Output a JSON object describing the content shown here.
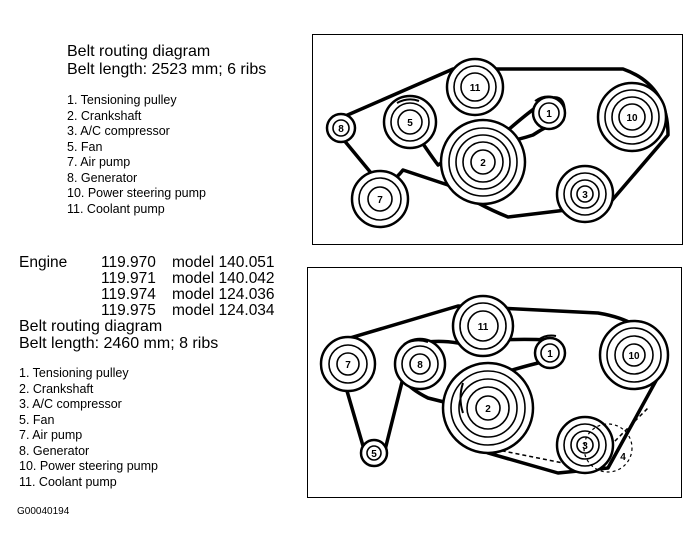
{
  "top": {
    "title": "Belt routing diagram",
    "length": "Belt length: 2523 mm; 6 ribs",
    "legend": [
      "1. Tensioning pulley",
      "2. Crankshaft",
      "3. A/C compressor",
      "5. Fan",
      "7. Air pump",
      "8. Generator",
      "10. Power steering pump",
      "11. Coolant pump"
    ],
    "pulley_labels": [
      "11",
      "1",
      "5",
      "8",
      "2",
      "10",
      "7",
      "3"
    ]
  },
  "engine": {
    "label": "Engine",
    "rows": [
      {
        "num": "119.970",
        "model": "model 140.051"
      },
      {
        "num": "119.971",
        "model": "model 140.042"
      },
      {
        "num": "119.974",
        "model": "model 124.036"
      },
      {
        "num": "119.975",
        "model": "model 124.034"
      }
    ]
  },
  "bottom": {
    "title": "Belt routing diagram",
    "length": "Belt length: 2460 mm; 8 ribs",
    "legend": [
      "1. Tensioning pulley",
      "2. Crankshaft",
      "3. A/C compressor",
      "5. Fan",
      "7. Air pump",
      "8. Generator",
      "10. Power steering pump",
      "11. Coolant pump"
    ],
    "pulley_labels": [
      "11",
      "7",
      "8",
      "1",
      "10",
      "2",
      "3",
      "5",
      "4"
    ]
  },
  "figure_code": "G00040194"
}
